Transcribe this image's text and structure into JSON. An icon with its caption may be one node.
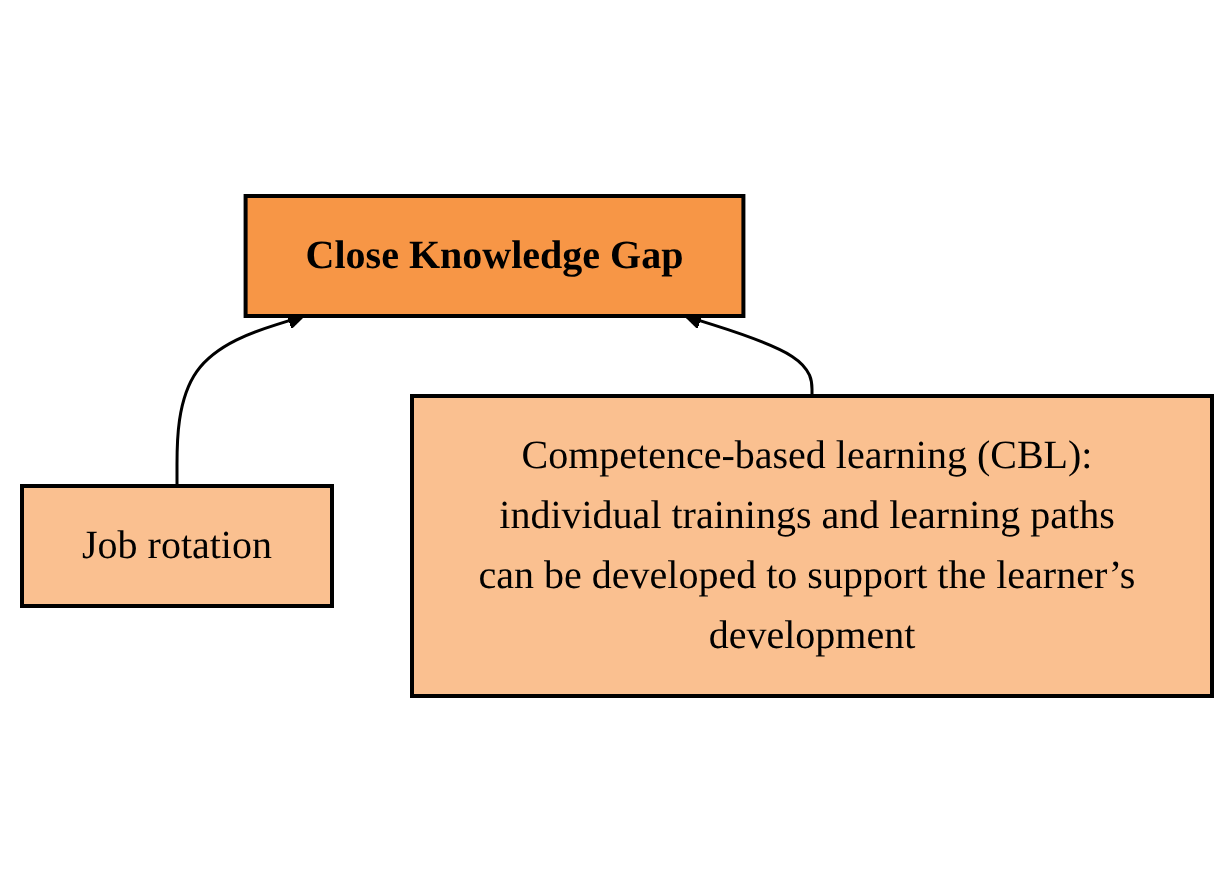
{
  "diagram": {
    "nodes": [
      {
        "text": [
          "Close Knowledge Gap"
        ]
      },
      {
        "text": [
          "Job rotation"
        ]
      },
      {
        "text": [
          "Competence-based learning (CBL): individual trainings and learning paths can be developed to support the learner’s development"
        ]
      }
    ],
    "edges": [
      {
        "from": 1,
        "to": 0,
        "arrow": "to"
      },
      {
        "from": 2,
        "to": 0,
        "arrow": "to"
      }
    ]
  }
}
